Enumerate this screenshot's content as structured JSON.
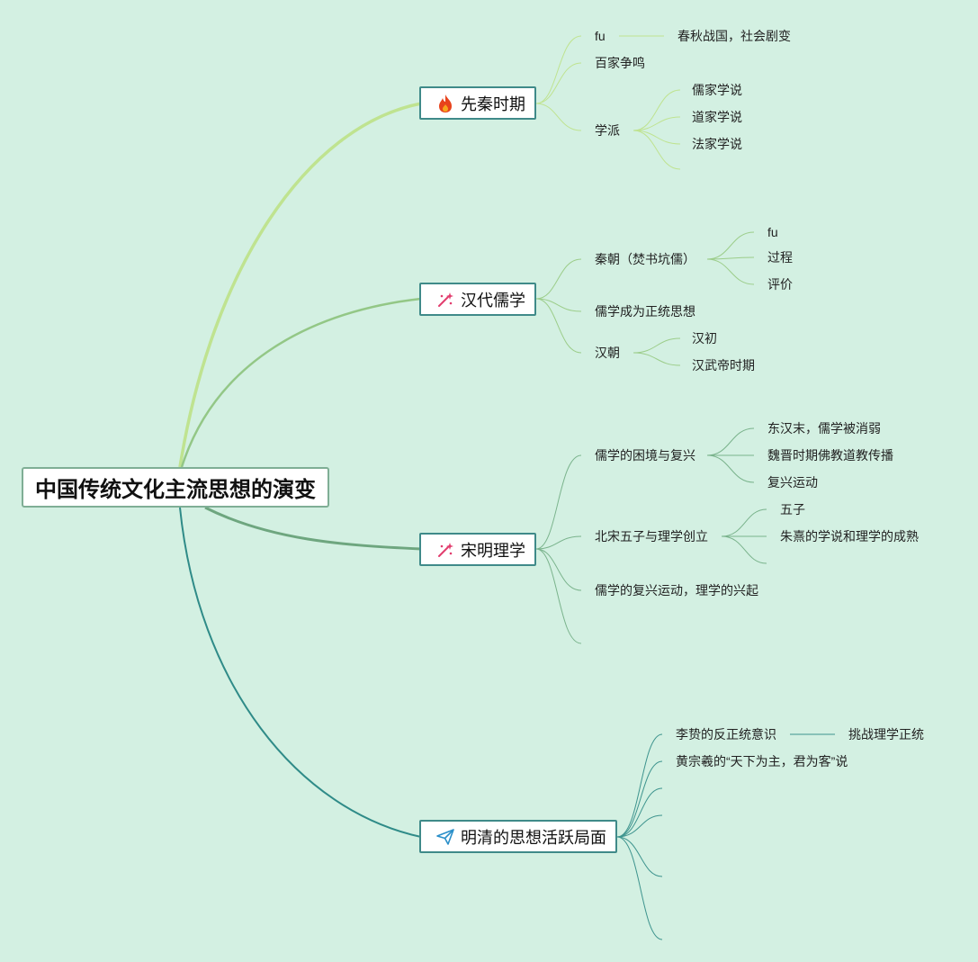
{
  "root": {
    "title": "中国传统文化主流思想的演变"
  },
  "branches": [
    {
      "label": "先秦时期",
      "icon": "flame-icon",
      "icon_color": "#e8431c",
      "items": [
        {
          "label": "fu",
          "child_inline": "春秋战国，社会剧变"
        },
        {
          "label": "百家争鸣"
        },
        {
          "label": "学派",
          "children": [
            "儒家学说",
            "道家学说",
            "法家学说"
          ]
        }
      ]
    },
    {
      "label": "汉代儒学",
      "icon": "sparkle-wand-icon",
      "icon_color": "#e23d6e",
      "items": [
        {
          "label": "秦朝（焚书坑儒）",
          "children": [
            "fu",
            "过程",
            "评价"
          ]
        },
        {
          "label": "儒学成为正统思想"
        },
        {
          "label": "汉朝",
          "children": [
            "汉初",
            "汉武帝时期"
          ]
        }
      ]
    },
    {
      "label": "宋明理学",
      "icon": "sparkle-wand-icon",
      "icon_color": "#e23d6e",
      "items": [
        {
          "label": "儒学的困境与复兴",
          "children": [
            "东汉末，儒学被消弱",
            "魏晋时期佛教道教传播",
            "复兴运动"
          ]
        },
        {
          "label": "北宋五子与理学创立",
          "children": [
            "五子",
            "朱熹的学说和理学的成熟"
          ]
        },
        {
          "label": "儒学的复兴运动，理学的兴起"
        }
      ]
    },
    {
      "label": "明清的思想活跃局面",
      "icon": "paper-plane-icon",
      "icon_color": "#2a8fc9",
      "items": [
        {
          "label": "李贽的反正统意识",
          "child_inline": "挑战理学正统"
        },
        {
          "label": "黄宗羲的“天下为主，君为客”说"
        }
      ]
    }
  ],
  "colors": {
    "background": "#d3f0e2",
    "branch1": "#b7e08e",
    "branch2": "#8fc585",
    "branch3": "#6aa77f",
    "branch4": "#2f8b88"
  }
}
